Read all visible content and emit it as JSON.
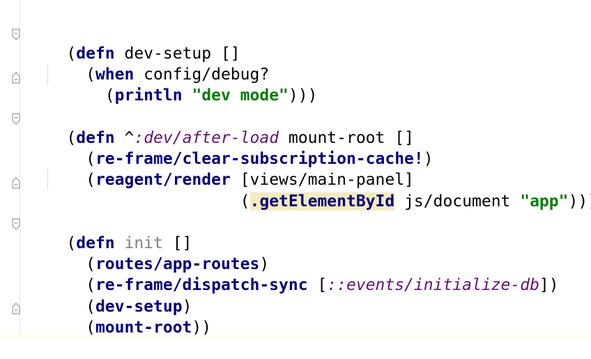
{
  "editor": {
    "lines": [
      {
        "parts": [
          "(",
          "defn",
          " dev-setup []"
        ]
      },
      {
        "parts": [
          "  (",
          "when",
          " config/debug?"
        ]
      },
      {
        "parts": [
          "    (",
          "println",
          " ",
          "\"dev mode\"",
          ")))"
        ]
      },
      {
        "parts": [
          ""
        ]
      },
      {
        "parts": [
          "(",
          "defn",
          " ^",
          ":dev/after-load",
          " mount-root []"
        ]
      },
      {
        "parts": [
          "  (",
          "re-frame/clear-subscription-cache!",
          ")"
        ]
      },
      {
        "parts": [
          "  (",
          "reagent/render",
          " [views/main-panel]"
        ]
      },
      {
        "parts": [
          "                  (",
          ".getElementById",
          " js/document ",
          "\"app\"",
          ")))"
        ]
      },
      {
        "parts": [
          ""
        ]
      },
      {
        "parts": [
          "(",
          "defn",
          " ",
          "init",
          " []"
        ]
      },
      {
        "parts": [
          "  (",
          "routes/app-routes",
          ")"
        ]
      },
      {
        "parts": [
          "  (",
          "re-frame/dispatch-sync",
          " [",
          "::events/initialize-db",
          "])"
        ]
      },
      {
        "parts": [
          "  (",
          "dev-setup",
          ")"
        ]
      },
      {
        "parts": [
          "  (",
          "mount-root",
          "))"
        ]
      }
    ]
  },
  "icons": {
    "fold_open": "fold-open-icon",
    "fold_close": "fold-close-icon"
  },
  "colors": {
    "keyword": "#000080",
    "string": "#008000",
    "metadata_keyword": "#660e7a",
    "highlight": "#f6ebbc",
    "unused": "#808080"
  }
}
